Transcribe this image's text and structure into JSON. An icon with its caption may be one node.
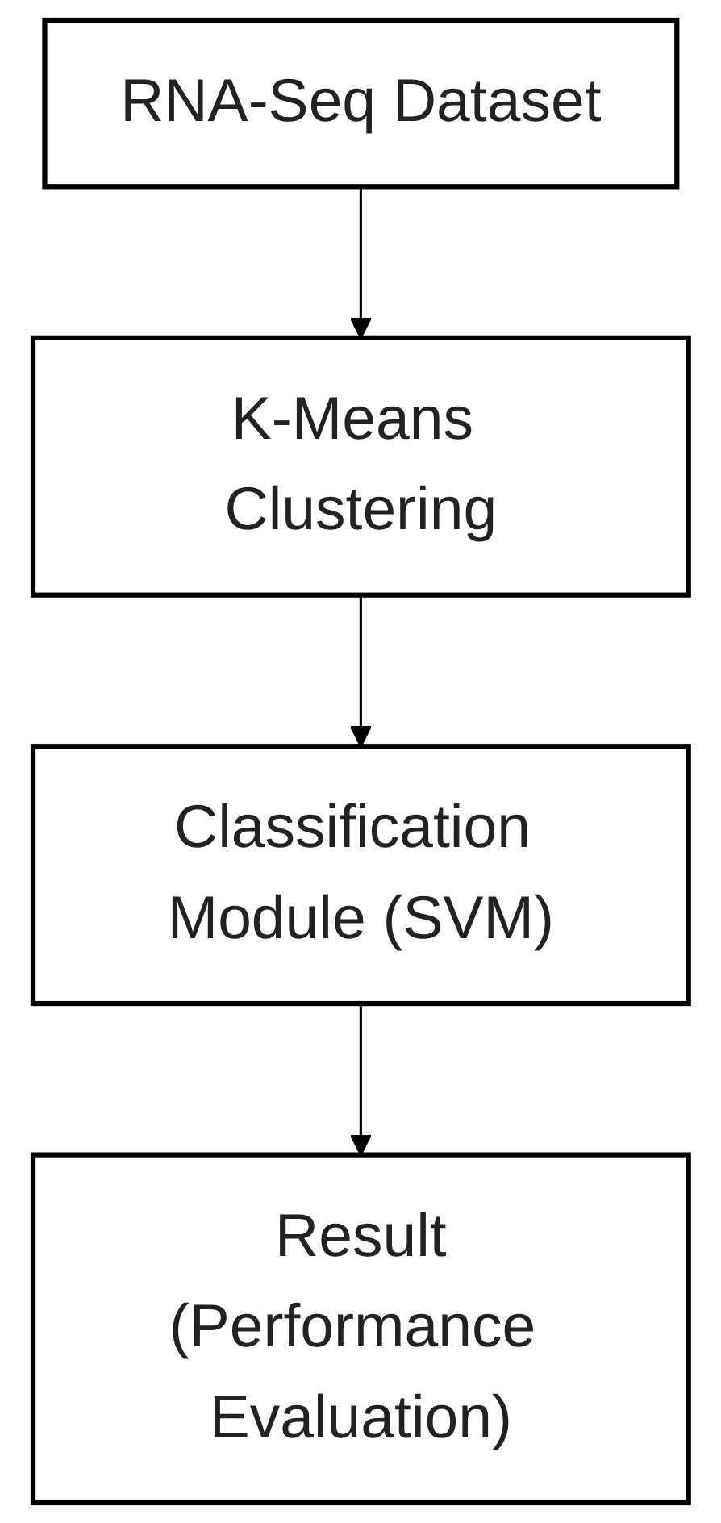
{
  "diagram": {
    "nodes": [
      {
        "text": [
          "RNA-Seq Dataset"
        ]
      },
      {
        "text": [
          "K-Means Clustering"
        ]
      },
      {
        "text": [
          "Classification Module (SVM)"
        ]
      },
      {
        "text": [
          "Result",
          "(Performance Evaluation)"
        ]
      }
    ],
    "edges": [
      {
        "from": 0,
        "to": 1,
        "arrow": "to"
      },
      {
        "from": 1,
        "to": 2,
        "arrow": "to"
      },
      {
        "from": 2,
        "to": 3,
        "arrow": "to"
      }
    ]
  }
}
